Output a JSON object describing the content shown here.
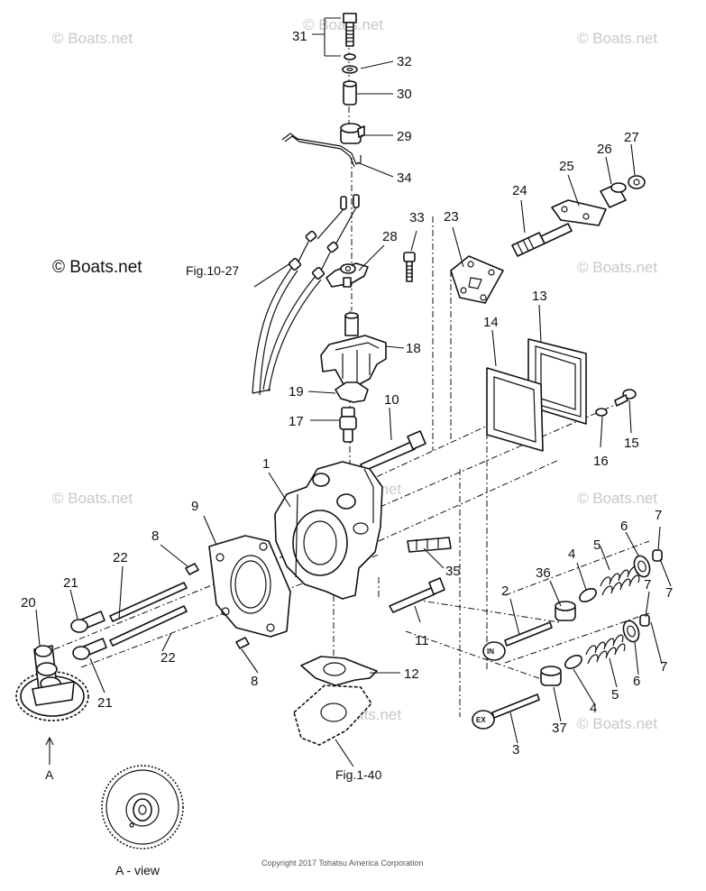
{
  "watermark": "© Boats.net",
  "copyright": "Copyright 2017 Tohatsu America Corporation",
  "figure_refs": [
    "Fig.10-27",
    "Fig.1-40"
  ],
  "view_label": "A - view",
  "arrow_label": "A",
  "valve_marks": {
    "intake": "IN",
    "exhaust": "EX"
  },
  "callouts": [
    "1",
    "2",
    "3",
    "4",
    "5",
    "6",
    "7",
    "8",
    "9",
    "10",
    "11",
    "12",
    "13",
    "14",
    "15",
    "16",
    "17",
    "18",
    "19",
    "20",
    "21",
    "22",
    "23",
    "24",
    "25",
    "26",
    "27",
    "28",
    "29",
    "30",
    "31",
    "32",
    "33",
    "34",
    "35",
    "36",
    "37"
  ]
}
